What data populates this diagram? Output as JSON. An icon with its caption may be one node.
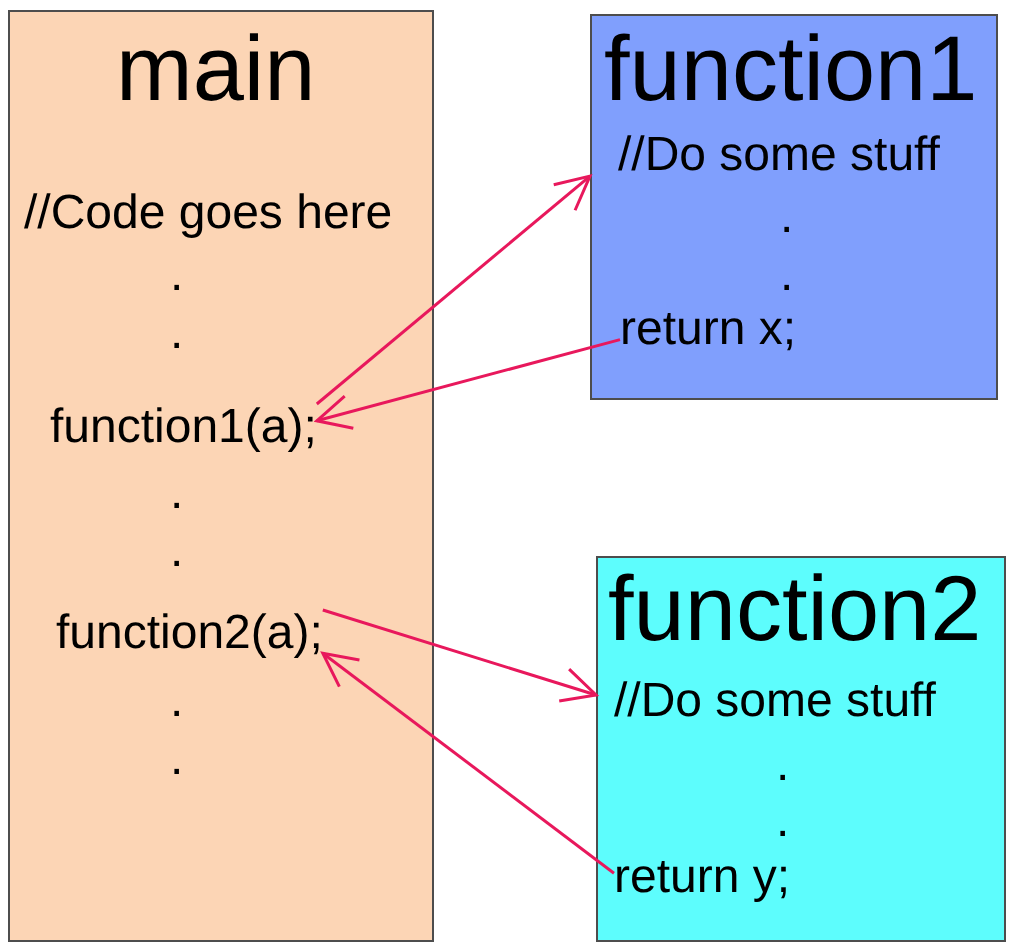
{
  "diagram": {
    "nodes": [
      {
        "text": [
          "main",
          "//Code goes here",
          ".",
          ".",
          ".",
          ".",
          ".",
          "."
        ]
      },
      {
        "text": [
          "function1(a);"
        ],
        "in": 0
      },
      {
        "text": [
          "function2(a);"
        ],
        "in": 0
      },
      {
        "text": [
          "function1",
          "//Do some stuff",
          ".",
          "."
        ]
      },
      {
        "text": [
          "return x;"
        ],
        "in": 3
      },
      {
        "text": [
          "function2",
          "//Do some stuff",
          ".",
          "."
        ]
      },
      {
        "text": [
          "return y;"
        ],
        "in": 5
      }
    ],
    "edges": [
      {
        "from": 1,
        "to": 3,
        "arrow": "to"
      },
      {
        "from": 4,
        "to": 1,
        "arrow": "to"
      },
      {
        "from": 2,
        "to": 5,
        "arrow": "to"
      },
      {
        "from": 6,
        "to": 2,
        "arrow": "to"
      }
    ]
  }
}
